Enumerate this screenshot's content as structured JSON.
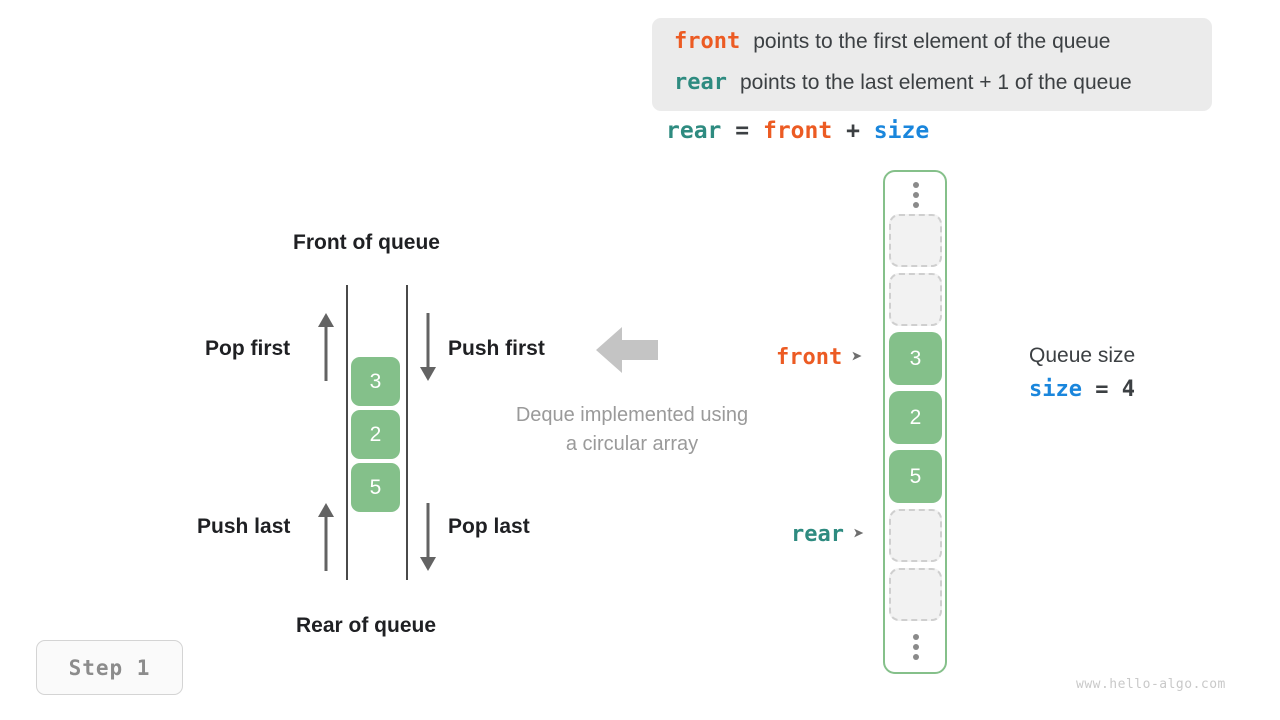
{
  "definition": {
    "front_keyword": "front",
    "front_text": "points to the first element of the queue",
    "rear_keyword": "rear",
    "rear_text": "points to the last element + 1 of the queue"
  },
  "formula": {
    "lhs": "rear",
    "eq": "=",
    "rhs1": "front",
    "plus": "+",
    "rhs2": "size"
  },
  "deque": {
    "header_top": "Front of queue",
    "header_bottom": "Rear of queue",
    "pop_first": "Pop first",
    "push_first": "Push first",
    "push_last": "Push last",
    "pop_last": "Pop last",
    "caption_line1": "Deque implemented using",
    "caption_line2": "a circular array",
    "cells": [
      "3",
      "2",
      "5"
    ]
  },
  "array": {
    "pointer_front_label": "front",
    "pointer_front_head": "➤",
    "pointer_rear_label": "rear",
    "pointer_rear_head": "➤",
    "slots": [
      {
        "kind": "dots",
        "value": ""
      },
      {
        "kind": "empty",
        "value": ""
      },
      {
        "kind": "empty",
        "value": ""
      },
      {
        "kind": "filled",
        "value": "3"
      },
      {
        "kind": "filled",
        "value": "2"
      },
      {
        "kind": "filled",
        "value": "5"
      },
      {
        "kind": "empty",
        "value": ""
      },
      {
        "kind": "empty",
        "value": ""
      },
      {
        "kind": "dots",
        "value": ""
      }
    ]
  },
  "queue_size": {
    "title": "Queue size",
    "keyword": "size",
    "eq": "=",
    "value": "4"
  },
  "step_badge": "Step 1",
  "watermark": "www.hello-algo.com",
  "colors": {
    "front": "#ec5b23",
    "rear": "#2e8b80",
    "size": "#1a86dc",
    "cell_green": "#84c08a",
    "box_bg": "#ebebeb",
    "muted": "#9a9a9a"
  }
}
